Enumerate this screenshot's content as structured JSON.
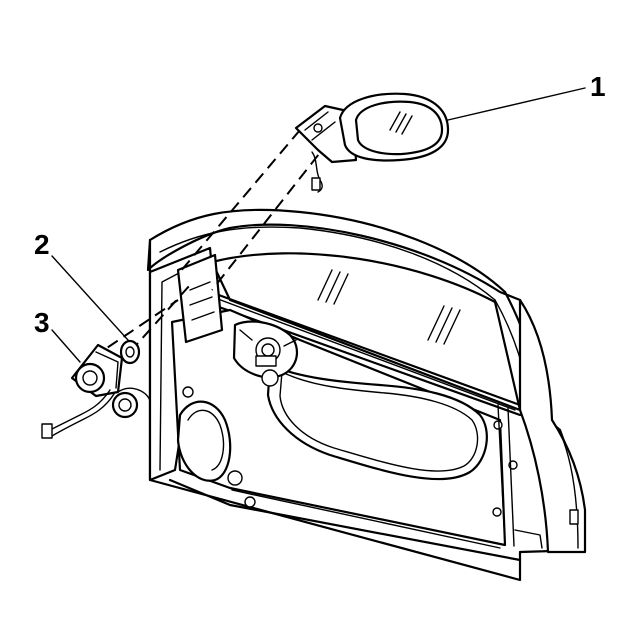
{
  "diagram": {
    "callouts": [
      {
        "id": "1",
        "text": "1"
      },
      {
        "id": "2",
        "text": "2"
      },
      {
        "id": "3",
        "text": "3"
      }
    ]
  },
  "colors": {
    "line": "#000000",
    "background": "#ffffff",
    "shade": "#e6e6e6"
  }
}
